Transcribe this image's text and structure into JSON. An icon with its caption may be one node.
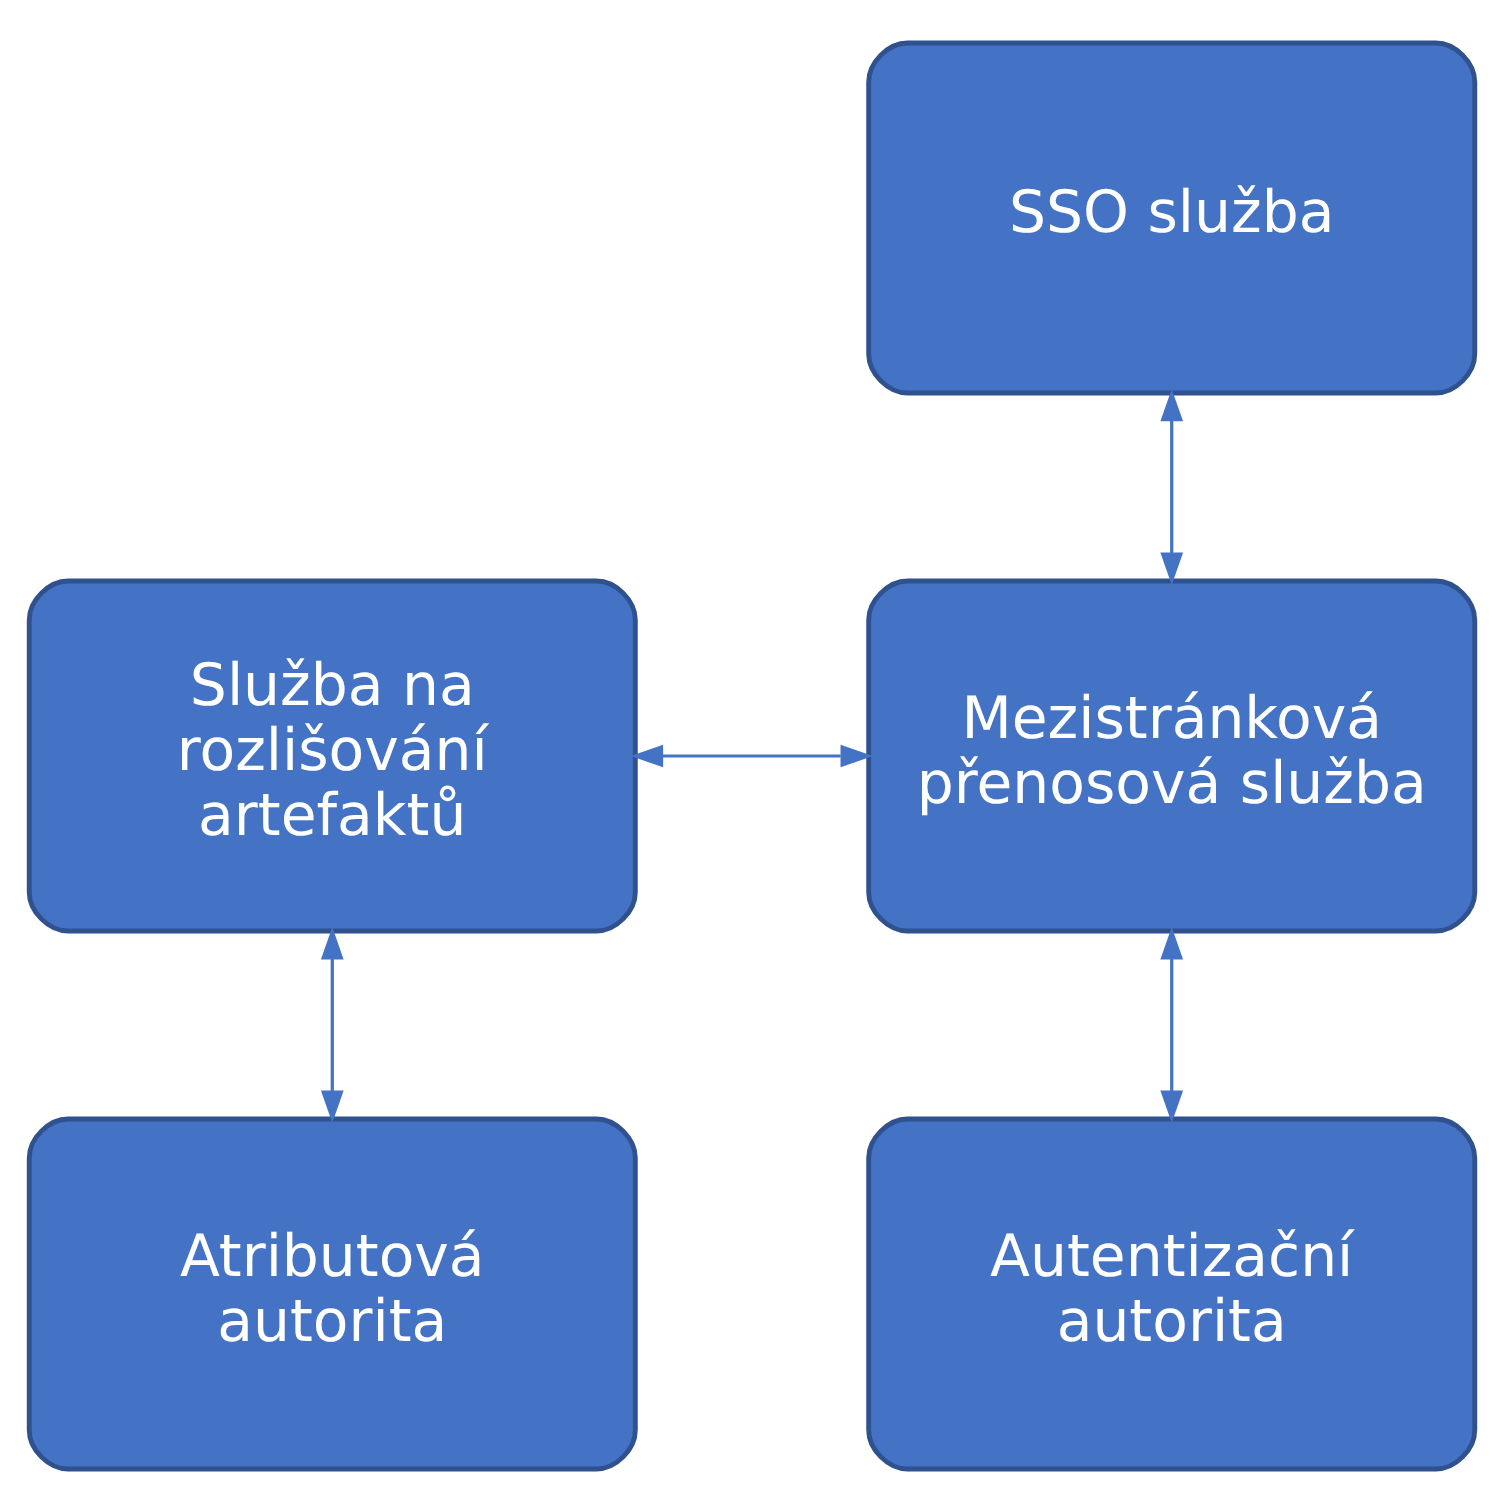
{
  "diagram": {
    "nodes": [
      {
        "text": [
          "SSO služba"
        ]
      },
      {
        "text": [
          "Služba na rozlišování artefaktů"
        ]
      },
      {
        "text": [
          "Mezistránková přenosová služba"
        ]
      },
      {
        "text": [
          "Atributová autorita"
        ]
      },
      {
        "text": [
          "Autentizační autorita"
        ]
      }
    ],
    "edges": [
      {
        "from": 0,
        "to": 2,
        "arrow": "both"
      },
      {
        "from": 1,
        "to": 2,
        "arrow": "both"
      },
      {
        "from": 1,
        "to": 3,
        "arrow": "both"
      },
      {
        "from": 2,
        "to": 4,
        "arrow": "both"
      }
    ]
  }
}
